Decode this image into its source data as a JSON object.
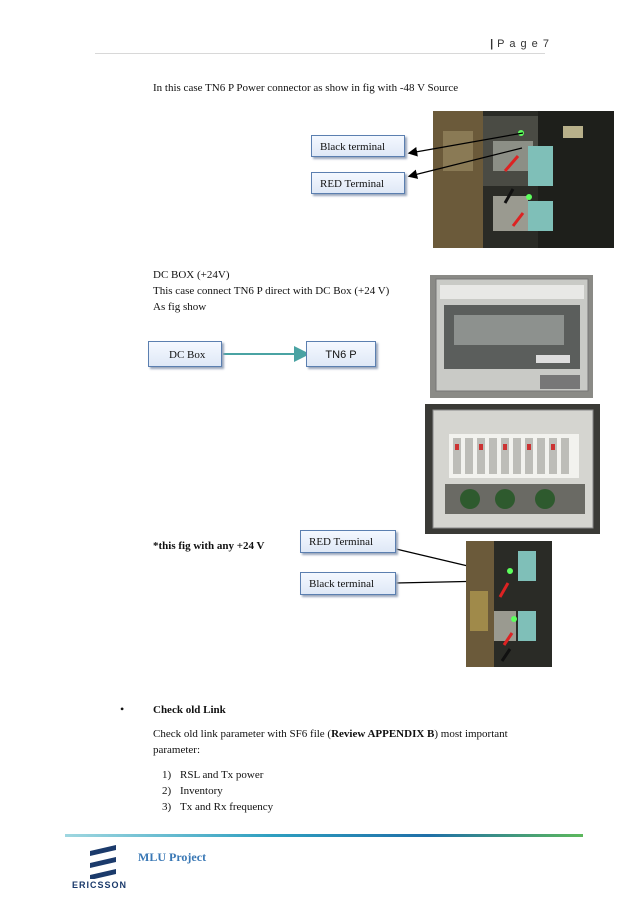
{
  "header": {
    "separator": "|",
    "page_label": "P a g e",
    "page_number": "7"
  },
  "section1": {
    "intro": "In this case TN6 P Power connector as show in fig with -48 V Source",
    "callout_black": "Black terminal",
    "callout_red": "RED Terminal"
  },
  "section2": {
    "title": "DC BOX (+24V)",
    "line2": "This case connect TN6 P direct with DC Box (+24 V)",
    "line3": "As fig show",
    "box_from": "DC Box",
    "box_to": "TN6 P"
  },
  "section3": {
    "note": "*this fig with any +24 V",
    "callout_red": "RED Terminal",
    "callout_black": "Black terminal"
  },
  "section4": {
    "bullet": "•",
    "heading": "Check old Link",
    "para_a": "Check old link parameter with SF6 file (",
    "para_bold": "Review APPENDIX B",
    "para_b": ") most important",
    "para_line2": "parameter:",
    "items": [
      {
        "num": "1)",
        "text": "RSL and Tx power"
      },
      {
        "num": "2)",
        "text": "Inventory"
      },
      {
        "num": "3)",
        "text": "Tx and Rx frequency"
      }
    ]
  },
  "footer": {
    "project": "MLU Project",
    "brand": "ERICSSON"
  },
  "colors": {
    "accent_blue": "#3a78b5",
    "callout_border": "#5b7fb0",
    "arrow_teal": "#4aa3a3"
  }
}
